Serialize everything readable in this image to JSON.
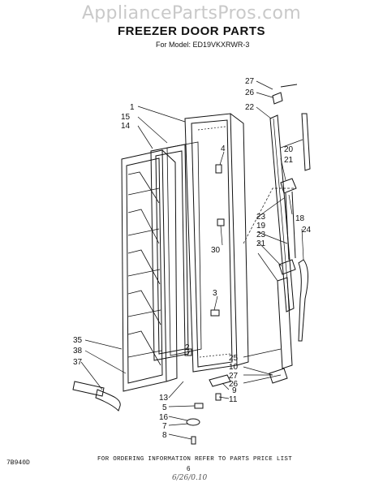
{
  "watermark": "AppliancePartsPros.com",
  "title": "FREEZER DOOR PARTS",
  "model_line": "For Model: ED19VKXRWR-3",
  "footer_note": "FOR ORDERING INFORMATION REFER TO PARTS PRICE LIST",
  "diagram_code": "7B940D",
  "page_number": "6",
  "handwritten_note": "6/26/0.10",
  "callouts": [
    {
      "id": "1",
      "text": "1"
    },
    {
      "id": "15",
      "text": "15"
    },
    {
      "id": "14",
      "text": "14"
    },
    {
      "id": "4",
      "text": "4"
    },
    {
      "id": "30",
      "text": "30"
    },
    {
      "id": "3",
      "text": "3"
    },
    {
      "id": "2",
      "text": "2"
    },
    {
      "id": "35",
      "text": "35"
    },
    {
      "id": "38",
      "text": "38"
    },
    {
      "id": "37",
      "text": "37"
    },
    {
      "id": "13",
      "text": "13"
    },
    {
      "id": "5",
      "text": "5"
    },
    {
      "id": "16",
      "text": "16"
    },
    {
      "id": "7",
      "text": "7"
    },
    {
      "id": "8",
      "text": "8"
    },
    {
      "id": "27a",
      "text": "27"
    },
    {
      "id": "26a",
      "text": "26"
    },
    {
      "id": "22",
      "text": "22"
    },
    {
      "id": "20",
      "text": "20"
    },
    {
      "id": "21a",
      "text": "21"
    },
    {
      "id": "23a",
      "text": "23"
    },
    {
      "id": "19",
      "text": "19"
    },
    {
      "id": "23b",
      "text": "23"
    },
    {
      "id": "21b",
      "text": "21"
    },
    {
      "id": "18",
      "text": "18"
    },
    {
      "id": "24",
      "text": "24"
    },
    {
      "id": "25",
      "text": "25"
    },
    {
      "id": "10",
      "text": "10"
    },
    {
      "id": "27b",
      "text": "27"
    },
    {
      "id": "26b",
      "text": "26"
    },
    {
      "id": "9",
      "text": "9"
    },
    {
      "id": "11",
      "text": "11"
    }
  ]
}
